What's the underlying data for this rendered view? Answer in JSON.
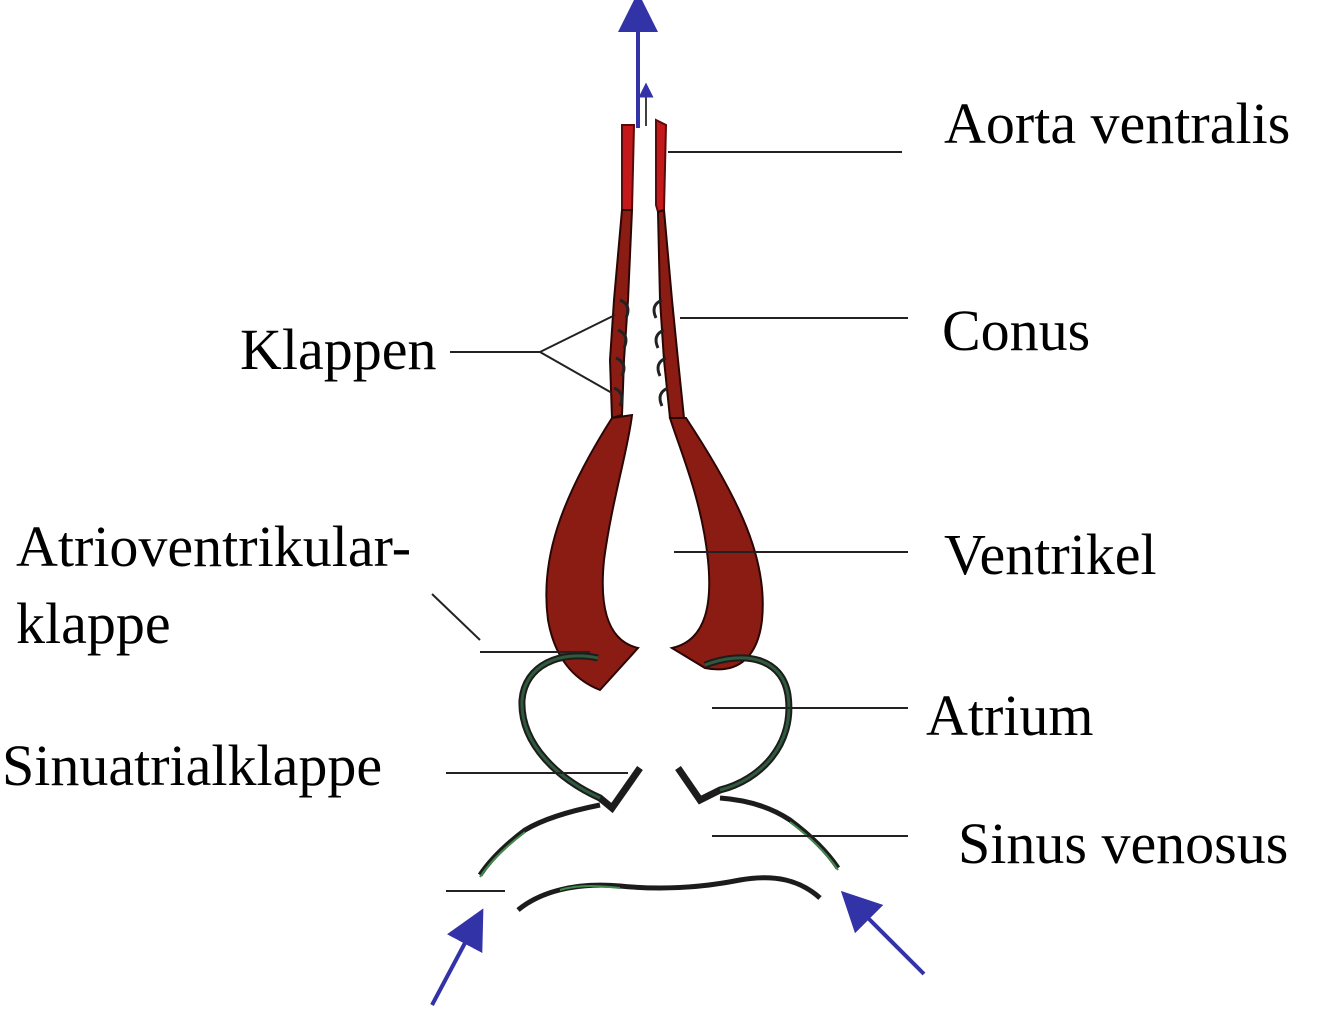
{
  "labels": {
    "aorta_ventralis": "Aorta ventralis",
    "conus": "Conus",
    "klappen": "Klappen",
    "ventrikel": "Ventrikel",
    "av_klappe_line1": "Atrioventrikular-",
    "av_klappe_line2": "klappe",
    "atrium": "Atrium",
    "sinuatrialklappe": "Sinuatrialklappe",
    "sinus_venosus": "Sinus venosus"
  },
  "colors": {
    "muscle": "#8b1c14",
    "aorta": "#c4191a",
    "atrium_wall": "#2f5a3c",
    "sinus_wall": "#3f8a4c",
    "arrow": "#3333a8",
    "leader_line": "#222222"
  },
  "icons": {
    "outflow_arrow": "arrow-up-icon",
    "inflow_arrow_left": "arrow-up-right-icon",
    "inflow_arrow_right": "arrow-up-left-icon"
  }
}
